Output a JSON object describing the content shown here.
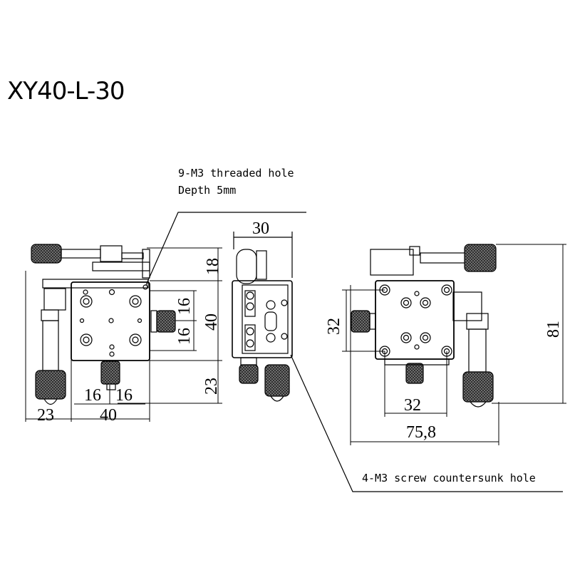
{
  "title": "XY40-L-30",
  "annotations": {
    "threaded_hole_line1": "9-M3 threaded hole",
    "threaded_hole_line2": "Depth 5mm",
    "countersunk": "4-M3 screw countersunk hole"
  },
  "dimensions": {
    "left_top": "18",
    "left_inner_a": "16",
    "left_inner_b": "16",
    "left_height": "40",
    "left_bottom": "23",
    "left_x_a": "16",
    "left_x_b": "16",
    "left_offset": "23",
    "left_width": "40",
    "side_width": "30",
    "right_hole_y": "32",
    "right_hole_x": "32",
    "right_total_w": "75,8",
    "right_total_h": "81"
  }
}
